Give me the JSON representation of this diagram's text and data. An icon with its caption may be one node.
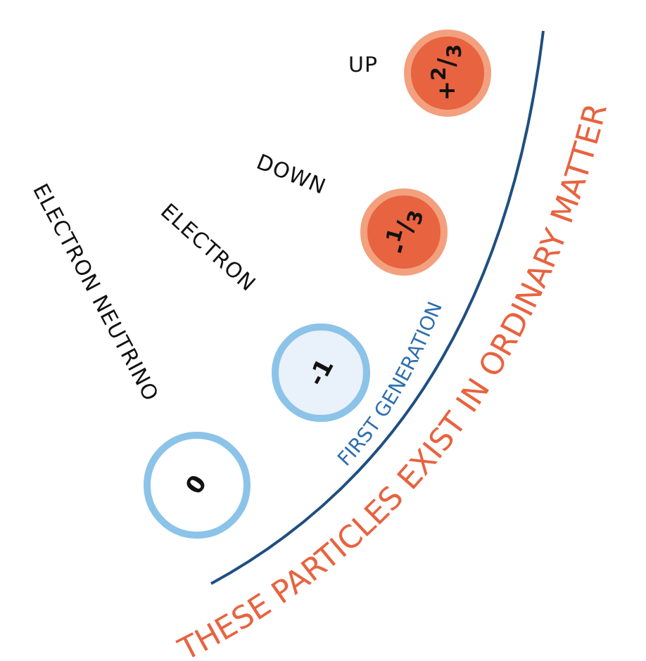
{
  "diagram": {
    "nodes": [
      {
        "text": [
          "+$^{2}$/$_{3}$"
        ],
        "beside": [
          "UP"
        ]
      },
      {
        "text": [
          "-$^{1}$/$_{3}$"
        ],
        "beside": [
          "DOWN"
        ]
      },
      {
        "text": [
          "-1"
        ],
        "beside": [
          "ELECTRON"
        ]
      },
      {
        "text": [
          "0"
        ],
        "beside": [
          "ELECTRON NEUTRINO"
        ]
      }
    ],
    "labels": [
      "FIRST GENERATION",
      "THESE PARTICLES EXIST IN ORDINARY MATTER"
    ]
  }
}
